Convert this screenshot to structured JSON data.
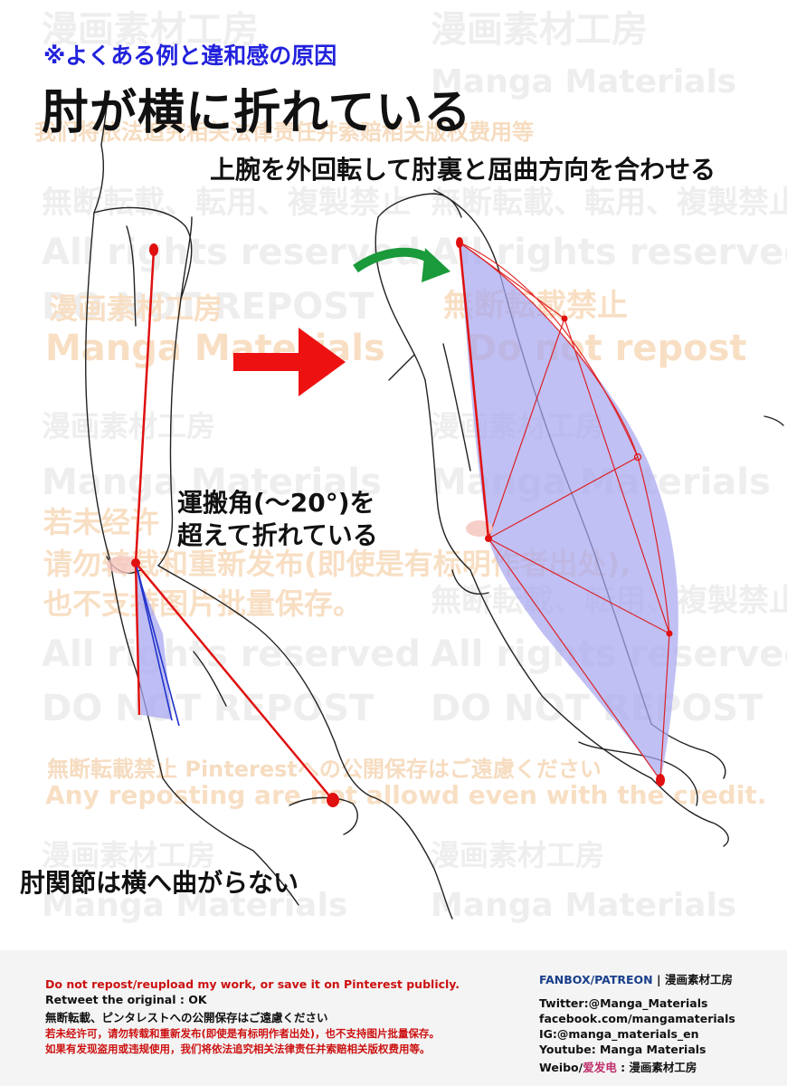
{
  "header": {
    "subtitle": "※よくある例と違和感の原因",
    "title": "肘が横に折れている"
  },
  "captions": {
    "right_top": "上腕を外回転して肘裏と屈曲方向を合わせる",
    "angle_line1": "運搬角(～20°)を",
    "angle_line2": "超えて折れている",
    "bottom_left": "肘関節は横へ曲がらない"
  },
  "watermarks": {
    "studio_jp": "漫画素材工房",
    "manga_materials": "Manga Materials",
    "cn_legal": "我们将依法追究相关法律责任并索赔相关版权费用等",
    "no_repost_jp": "無断転載、転用、複製禁止",
    "all_rights": "All rights reserved",
    "do_not_repost_caps": "DO NOT REPOST",
    "do_not_repost": "Do not repost",
    "no_repost_short": "無断転載禁止",
    "cn_warn1": "若未经许",
    "cn_warn2": "请勿转载和重新发布(即使是有标明作者出处),",
    "cn_warn3": "也不支持图片批量保存。",
    "pinterest_jp": "無断転載禁止 Pinterestへの公開保存はご遠慮ください",
    "any_reposting": "Any reposting are not allowd even with the credit."
  },
  "footer": {
    "notice": "Do not repost/reupload my work, or save it on Pinterest publicly.",
    "retweet": "Retweet the original : OK",
    "jp_notice": "無断転載、ピンタレストへの公開保存はご遠慮ください",
    "cn_line1": "若未经许可，请勿转载和重新发布(即使是有标明作者出处)，也不支持图片批量保存。",
    "cn_line2": "如果有发现盗用或违规使用，我们将依法追究相关法律责任并索赔相关版权费用等。",
    "fanbox_label": "FANBOX/PATREON",
    "fanbox_sep": " | ",
    "fanbox_name": "漫画素材工房",
    "twitter": "Twitter:@Manga_Materials",
    "facebook": "facebook.com/mangamaterials",
    "instagram": "IG:@manga_materials_en",
    "youtube": "Youtube: Manga Materials",
    "weibo_prefix": "Weibo/",
    "weibo_pink": "爱发电",
    "weibo_suffix": " : 漫画素材工房"
  },
  "colors": {
    "red_line": "#e01010",
    "blue_line": "#2233cc",
    "lavender_fill": "#a8a8f0",
    "arrow_red": "#ee1111",
    "arrow_green": "#1a9a3a",
    "subtitle_blue": "#2222dd"
  }
}
